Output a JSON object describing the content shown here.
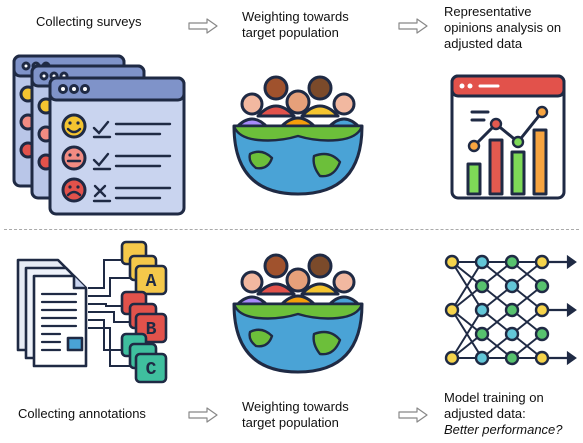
{
  "top": {
    "step1": "Collecting surveys",
    "step2": "Weighting towards target population",
    "step3": "Representative opinions analysis on adjusted data"
  },
  "bottom": {
    "step1": "Collecting annotations",
    "step2": "Weighting towards target population",
    "step3_line1": "Model training on adjusted data:",
    "step3_line2": "Better performance?"
  },
  "annotation_letters": [
    "A",
    "B",
    "C"
  ],
  "colors": {
    "outline": "#1f2a44",
    "window": "#b9c6e8",
    "window_dark": "#7f93c9",
    "smile": "#f4c430",
    "neutral": "#f28b82",
    "sad": "#e2524b",
    "chart_bar_green": "#7ed957",
    "chart_bar_orange": "#f7a440",
    "chart_bar_red": "#e35a4f",
    "globe_land": "#6cbf3a",
    "globe_water": "#4aa3d6",
    "node_yellow": "#f6d44b",
    "node_cyan": "#63c7d8",
    "node_green": "#57c26e",
    "tag_yellow": "#f4c84a",
    "tag_red": "#e2524b",
    "tag_teal": "#3fbf9e"
  }
}
